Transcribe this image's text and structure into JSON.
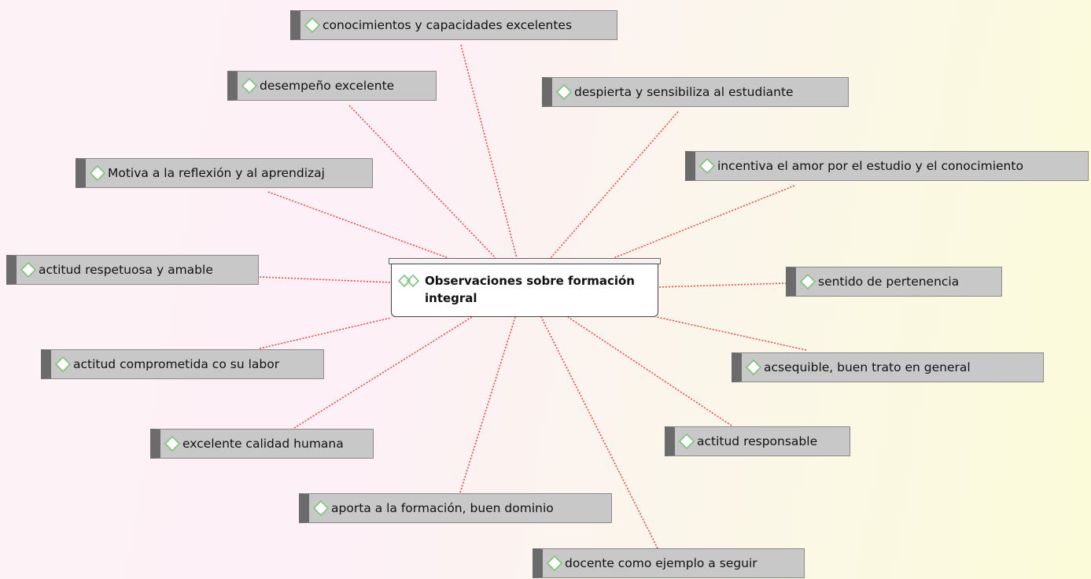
{
  "colors": {
    "link": "#ff3b3b",
    "node_fill": "#c8c8c8",
    "node_bar": "#6b6b6b",
    "icon_green": "#7cc47a"
  },
  "central": {
    "title": "Observaciones sobre formación integral",
    "icon": "double-diamond-icon"
  },
  "nodes": [
    {
      "label": "conocimientos y capacidades excelentes",
      "icon": "diamond-icon"
    },
    {
      "label": "despierta y sensibiliza al estudiante",
      "icon": "diamond-icon"
    },
    {
      "label": "desempeño excelente",
      "icon": "diamond-icon"
    },
    {
      "label": "incentiva el amor por el estudio y el conocimiento",
      "icon": "diamond-icon"
    },
    {
      "label": "Motiva a la reflexión y al aprendizaj",
      "icon": "diamond-icon"
    },
    {
      "label": "actitud respetuosa y amable",
      "icon": "diamond-icon"
    },
    {
      "label": "sentido de pertenencia",
      "icon": "diamond-icon"
    },
    {
      "label": "actitud comprometida co su labor",
      "icon": "diamond-icon"
    },
    {
      "label": "acsequible, buen trato en general",
      "icon": "diamond-icon"
    },
    {
      "label": "excelente calidad humana",
      "icon": "diamond-icon"
    },
    {
      "label": "actitud responsable",
      "icon": "diamond-icon"
    },
    {
      "label": "aporta a la formación, buen dominio",
      "icon": "diamond-icon"
    },
    {
      "label": "docente como ejemplo a seguir",
      "icon": "diamond-icon"
    }
  ]
}
